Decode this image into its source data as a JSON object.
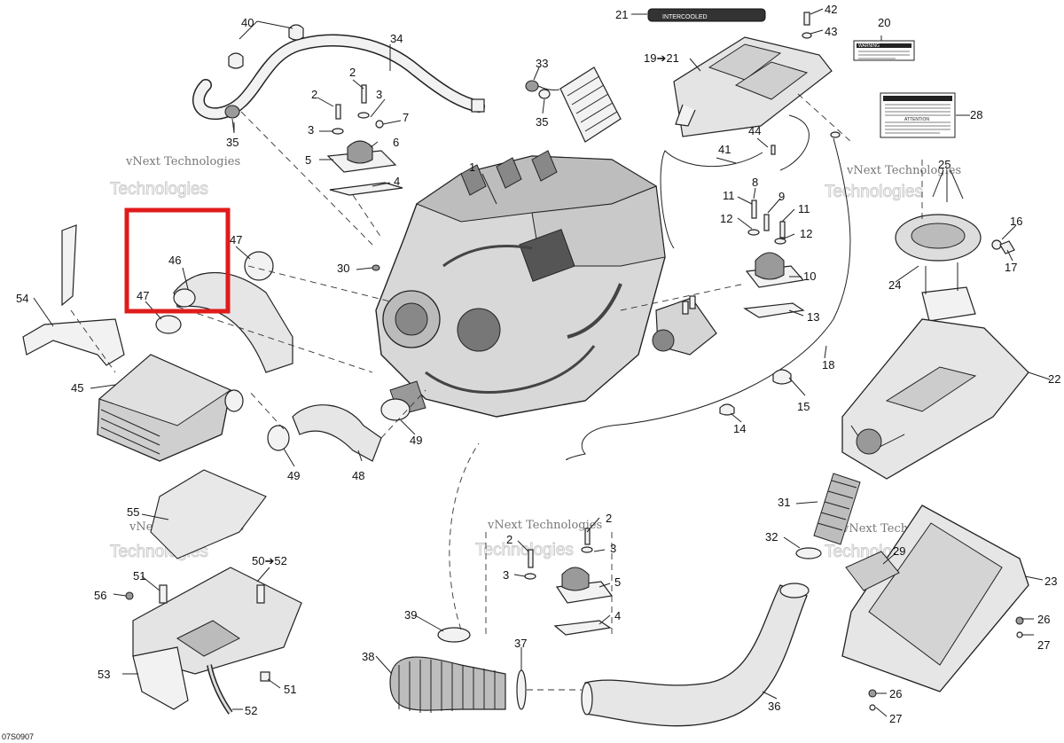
{
  "diagram": {
    "drawing_code": "07S0907",
    "watermark_line1": "vNext Technologies",
    "watermark_line2": "Technologies",
    "decal_text": "INTERCOOLED",
    "label_attention": "ATTENTION",
    "label_warning": "WARNING",
    "highlight_color": "#e01b1b",
    "callouts": {
      "c1": "1",
      "c2a": "2",
      "c2b": "2",
      "c2c": "2",
      "c2d": "2",
      "c3a": "3",
      "c3b": "3",
      "c3c": "3",
      "c3d": "3",
      "c4a": "4",
      "c4b": "4",
      "c5a": "5",
      "c5b": "5",
      "c6": "6",
      "c7": "7",
      "c8": "8",
      "c9": "9",
      "c10": "10",
      "c11a": "11",
      "c11b": "11",
      "c12a": "12",
      "c12b": "12",
      "c13": "13",
      "c14": "14",
      "c15": "15",
      "c16": "16",
      "c17": "17",
      "c18": "18",
      "c19": "19➔21",
      "c20": "20",
      "c21": "21",
      "c22": "22",
      "c23": "23",
      "c24": "24",
      "c25": "25",
      "c26a": "26",
      "c26b": "26",
      "c27a": "27",
      "c27b": "27",
      "c28": "28",
      "c29": "29",
      "c30": "30",
      "c31": "31",
      "c32": "32",
      "c33": "33",
      "c34": "34",
      "c35a": "35",
      "c35b": "35",
      "c36": "36",
      "c37": "37",
      "c38": "38",
      "c39": "39",
      "c40": "40",
      "c41": "41",
      "c42": "42",
      "c43": "43",
      "c44": "44",
      "c45": "45",
      "c46": "46",
      "c47a": "47",
      "c47b": "47",
      "c48": "48",
      "c49a": "49",
      "c49b": "49",
      "c50": "50➔52",
      "c51a": "51",
      "c51b": "51",
      "c52": "52",
      "c53": "53",
      "c54": "54",
      "c55": "55",
      "c56": "56"
    }
  }
}
